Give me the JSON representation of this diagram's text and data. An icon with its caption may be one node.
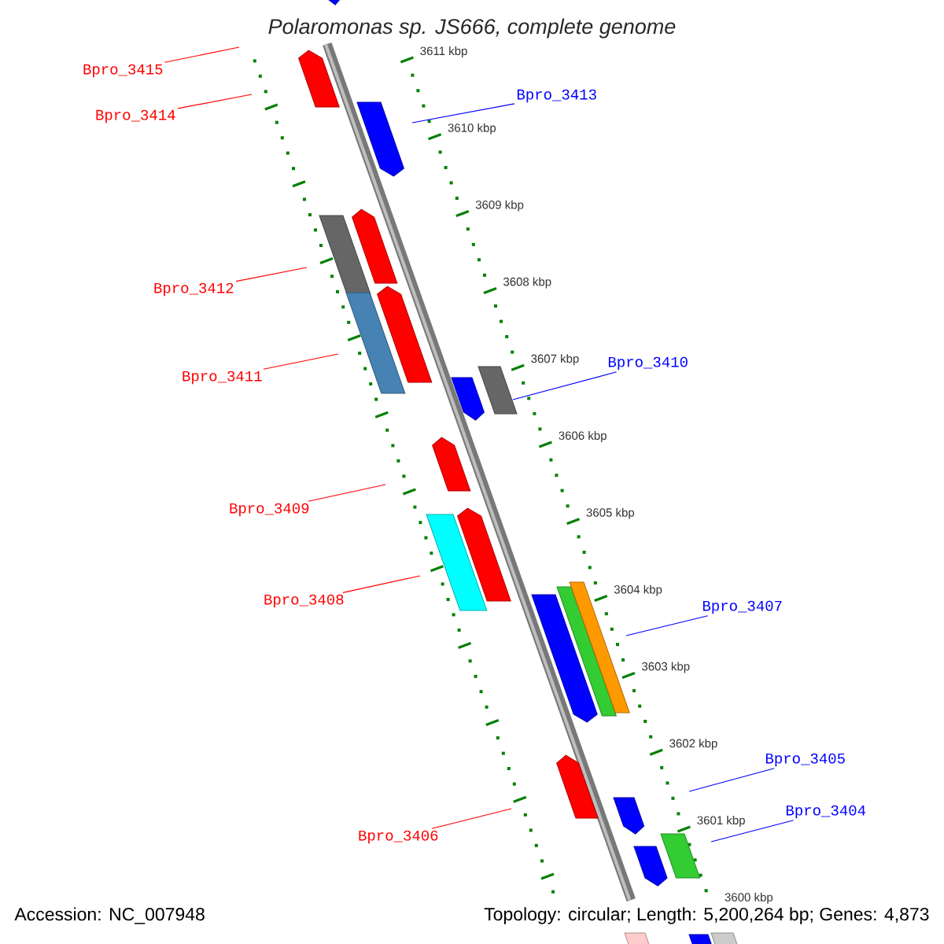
{
  "diagram": {
    "title": "*Polaromonas sp. JS666, complete genome*",
    "nodes": [
      {
        "text": [
          "Bpro_3415"
        ]
      },
      {
        "text": [
          "Bpro_3413"
        ]
      },
      {
        "text": [
          "Bpro_3414"
        ]
      },
      {
        "text": [
          "Bpro_3412"
        ]
      },
      {
        "text": [
          "Bpro_3410"
        ]
      },
      {
        "text": [
          "Bpro_3411"
        ]
      },
      {
        "text": [
          "Bpro_3409"
        ]
      },
      {
        "text": [
          "Bpro_3408"
        ]
      },
      {
        "text": [
          "Bpro_3407"
        ]
      },
      {
        "text": [
          "Bpro_3405"
        ]
      },
      {
        "text": [
          "Bpro_3404"
        ]
      },
      {
        "text": [
          "Bpro_3406"
        ]
      }
    ],
    "edges": [
      {
        "from": 0,
        "to": null,
        "arrow": "none"
      },
      {
        "from": 1,
        "to": null,
        "arrow": "none",
        "color": "#0000ff"
      },
      {
        "from": 2,
        "to": null,
        "arrow": "none"
      },
      {
        "from": 3,
        "to": null,
        "arrow": "none"
      },
      {
        "from": 4,
        "to": null,
        "arrow": "none",
        "color": "#0000ff"
      },
      {
        "from": 5,
        "to": null,
        "arrow": "none"
      },
      {
        "from": 6,
        "to": null,
        "arrow": "none"
      },
      {
        "from": 7,
        "to": null,
        "arrow": "none"
      },
      {
        "from": 8,
        "to": null,
        "arrow": "none",
        "color": "#0000ff"
      },
      {
        "from": 9,
        "to": null,
        "arrow": "none",
        "color": "#0000ff"
      },
      {
        "from": 10,
        "to": null,
        "arrow": "none",
        "color": "#0000ff"
      },
      {
        "from": 11,
        "to": null,
        "arrow": "none"
      }
    ],
    "labels": [
      "3611 kbp",
      "3610 kbp",
      "3609 kbp",
      "3608 kbp",
      "3607 kbp",
      "3606 kbp",
      "3605 kbp",
      "3604 kbp",
      "3603 kbp",
      "3602 kbp",
      "3601 kbp",
      "3600 kbp",
      "Accession: NC_007948",
      "Topology: circular; Length: 5,200,264 bp; Genes: 4,873"
    ]
  }
}
